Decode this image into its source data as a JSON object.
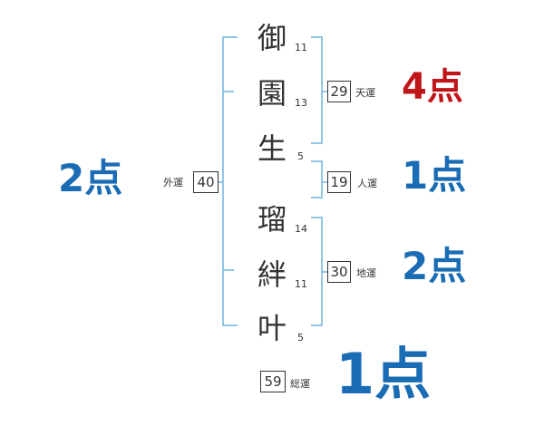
{
  "name_chars": [
    {
      "char": "御",
      "strokes": "11"
    },
    {
      "char": "園",
      "strokes": "13"
    },
    {
      "char": "生",
      "strokes": "5"
    },
    {
      "char": "瑠",
      "strokes": "14"
    },
    {
      "char": "絆",
      "strokes": "11"
    },
    {
      "char": "叶",
      "strokes": "5"
    }
  ],
  "gaiun": {
    "label": "外運",
    "value": "40",
    "score": "2点"
  },
  "tenun": {
    "label": "天運",
    "value": "29",
    "score": "4点"
  },
  "jinun": {
    "label": "人運",
    "value": "19",
    "score": "1点"
  },
  "chiun": {
    "label": "地運",
    "value": "30",
    "score": "2点"
  },
  "souun": {
    "label": "総運",
    "value": "59",
    "score": "1点"
  },
  "colors": {
    "bracket": "#6fb3e0",
    "blue_score": "#1a6cb5",
    "red_score": "#c0161a",
    "text": "#333333"
  }
}
